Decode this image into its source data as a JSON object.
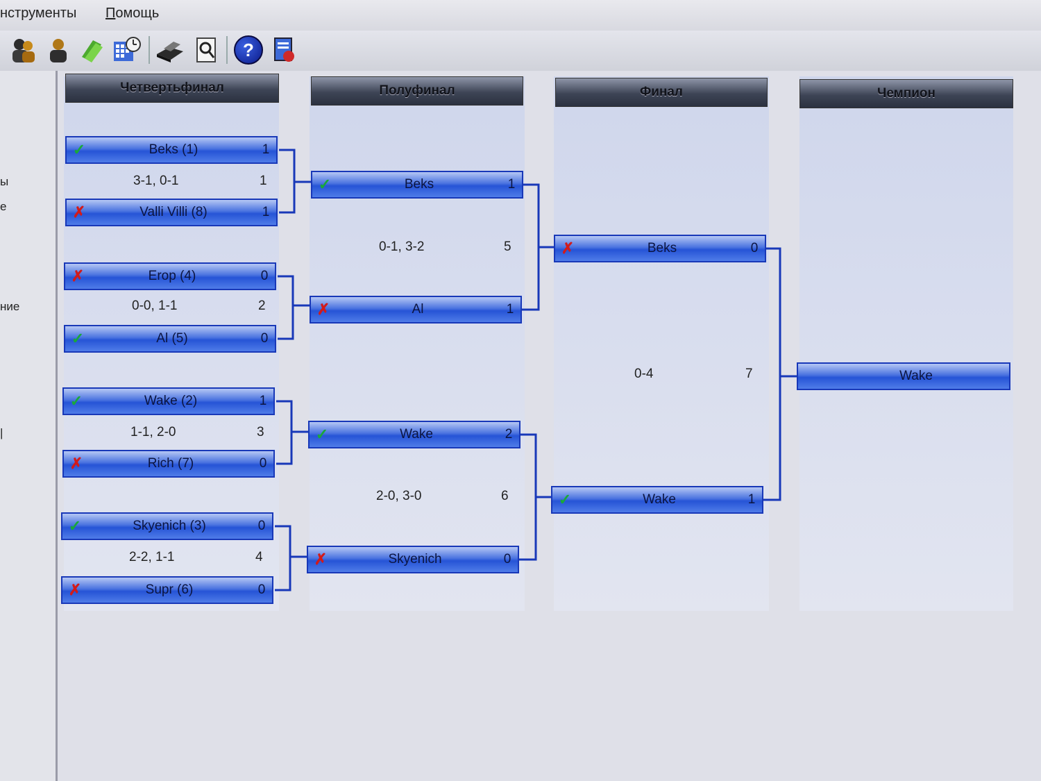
{
  "menu": {
    "tools": "нструменты",
    "help_first": "П",
    "help_rest": "омощь"
  },
  "toolbar": {
    "icons": [
      "users-icon",
      "user-icon",
      "money-icon",
      "schedule-icon",
      "printer-icon",
      "preview-icon",
      "help-icon",
      "export-icon"
    ],
    "help_glyph": "?"
  },
  "sidebar": {
    "items": [
      "ы",
      "е",
      "ние",
      "|"
    ]
  },
  "columns": [
    "Четвертьфинал",
    "Полуфинал",
    "Финал",
    "Чемпион"
  ],
  "quarterfinals": [
    {
      "top": {
        "name": "Beks (1)",
        "score": "1",
        "result": "win"
      },
      "bottom": {
        "name": "Valli Villi (8)",
        "score": "1",
        "result": "lose"
      },
      "sets": "3-1, 0-1",
      "match_no": "1"
    },
    {
      "top": {
        "name": "Erop (4)",
        "score": "0",
        "result": "lose"
      },
      "bottom": {
        "name": "Al (5)",
        "score": "0",
        "result": "win"
      },
      "sets": "0-0, 1-1",
      "match_no": "2"
    },
    {
      "top": {
        "name": "Wake (2)",
        "score": "1",
        "result": "win"
      },
      "bottom": {
        "name": "Rich (7)",
        "score": "0",
        "result": "lose"
      },
      "sets": "1-1, 2-0",
      "match_no": "3"
    },
    {
      "top": {
        "name": "Skyenich (3)",
        "score": "0",
        "result": "win"
      },
      "bottom": {
        "name": "Supr  (6)",
        "score": "0",
        "result": "lose"
      },
      "sets": "2-2, 1-1",
      "match_no": "4"
    }
  ],
  "semifinals": [
    {
      "top": {
        "name": "Beks",
        "score": "1",
        "result": "win"
      },
      "bottom": {
        "name": "Al",
        "score": "1",
        "result": "lose"
      },
      "sets": "0-1, 3-2",
      "match_no": "5"
    },
    {
      "top": {
        "name": "Wake",
        "score": "2",
        "result": "win"
      },
      "bottom": {
        "name": "Skyenich",
        "score": "0",
        "result": "lose"
      },
      "sets": "2-0, 3-0",
      "match_no": "6"
    }
  ],
  "final": {
    "top": {
      "name": "Beks",
      "score": "0",
      "result": "lose"
    },
    "bottom": {
      "name": "Wake",
      "score": "1",
      "result": "win"
    },
    "sets": "0-4",
    "match_no": "7"
  },
  "champion": {
    "name": "Wake"
  },
  "marks": {
    "win": "✓",
    "lose": "✗"
  }
}
